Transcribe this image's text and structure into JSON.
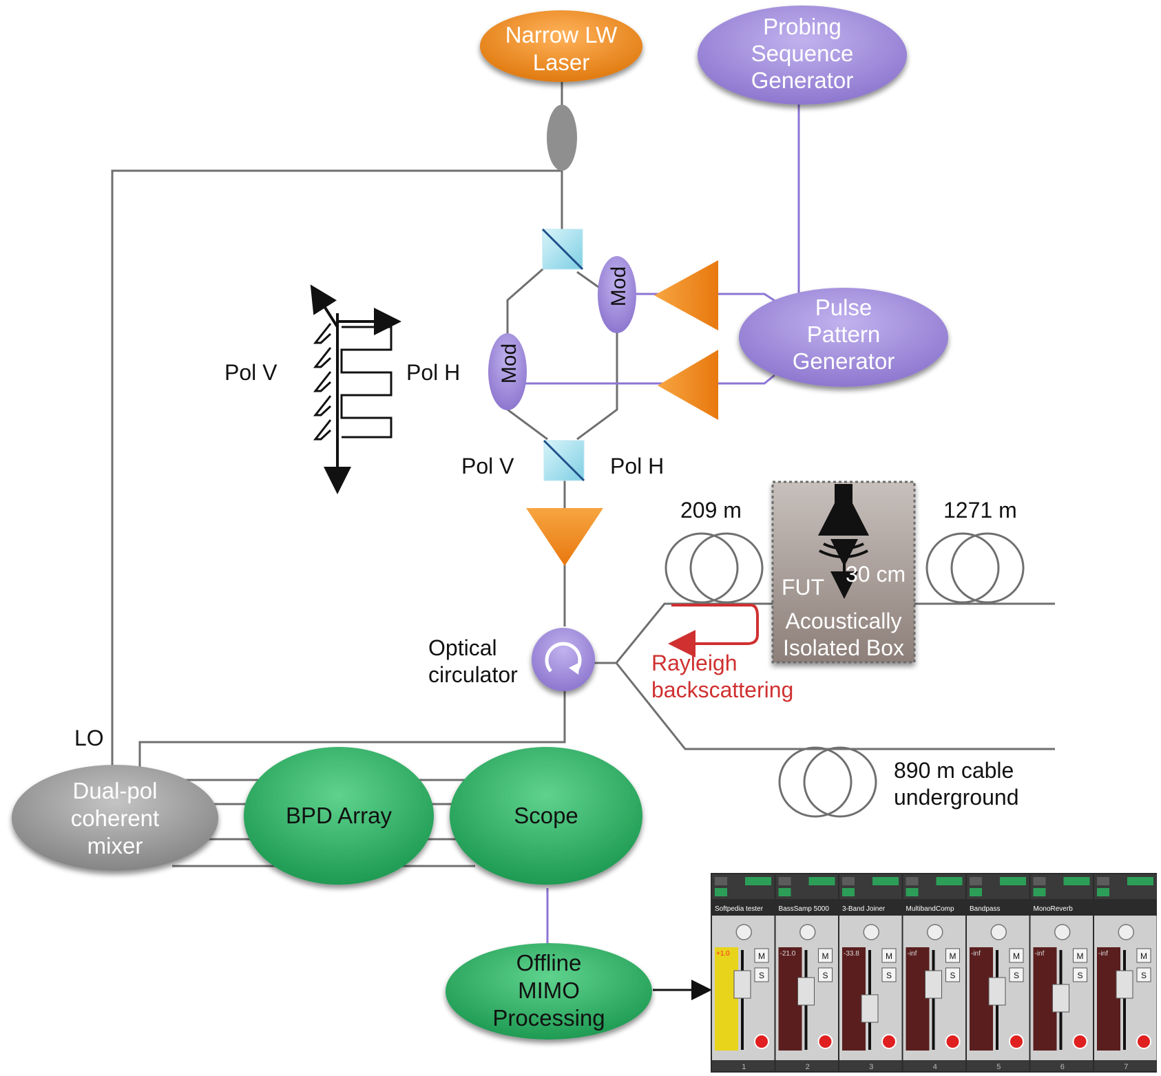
{
  "nodes": {
    "laser": {
      "line1": "Narrow LW",
      "line2": "Laser"
    },
    "probe_gen": {
      "line1": "Probing",
      "line2": "Sequence",
      "line3": "Generator"
    },
    "pulse_gen": {
      "line1": "Pulse",
      "line2": "Pattern",
      "line3": "Generator"
    },
    "mod_top": "Mod",
    "mod_bottom": "Mod",
    "mixer": {
      "line1": "Dual-pol",
      "line2": "coherent",
      "line3": "mixer"
    },
    "bpd": "BPD Array",
    "scope": "Scope",
    "mimo": {
      "line1": "Offline",
      "line2": "MIMO",
      "line3": "Processing"
    }
  },
  "labels": {
    "pol_v_left": "Pol V",
    "pol_h_left": "Pol H",
    "pol_v": "Pol V",
    "pol_h": "Pol H",
    "lo": "LO",
    "circulator_1": "Optical",
    "circulator_2": "circulator",
    "len_209": "209 m",
    "len_1271": "1271 m",
    "dist_30": "30 cm",
    "fut": "FUT",
    "box_1": "Acoustically",
    "box_2": "Isolated Box",
    "rayleigh_1": "Rayleigh",
    "rayleigh_2": "backscattering",
    "cable_1": "890 m cable",
    "cable_2": "underground"
  },
  "mixer_panel": {
    "channels": [
      {
        "name": "Softpedia tester",
        "number": "1",
        "db": "+1.0"
      },
      {
        "name": "BassSamp 5000",
        "number": "2",
        "db": "-21.0"
      },
      {
        "name": "3-Band Joiner",
        "number": "3",
        "db": "-33.8"
      },
      {
        "name": "MultibandComp",
        "number": "4",
        "db": "-inf"
      },
      {
        "name": "Bandpass",
        "number": "5",
        "db": "-inf"
      },
      {
        "name": "MonoReverb",
        "number": "6",
        "db": "-inf"
      },
      {
        "name": "",
        "number": "7",
        "db": "-inf"
      }
    ],
    "mute_label": "M",
    "solo_label": "S"
  },
  "colors": {
    "laser": "#f08a1e",
    "purple": "#9b86d8",
    "green": "#2fae62",
    "grey": "#8e8e8e",
    "red": "#d03030",
    "amp": "#f28c22"
  }
}
